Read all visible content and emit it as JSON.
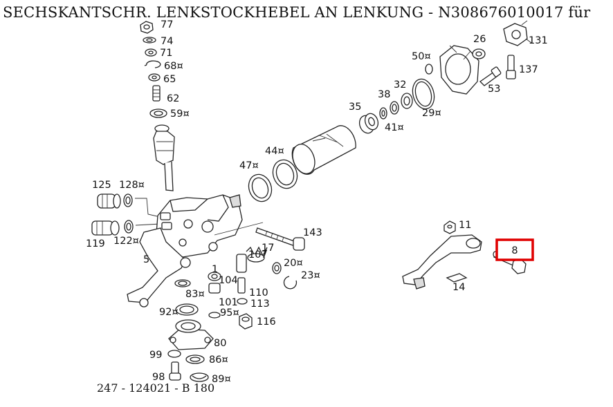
{
  "title": "SECHSKANTSCHR. LENKSTOCKHEBEL AN LENKUNG - N308676010017 für",
  "reference_code": "247 - 124021 - B 180",
  "highlight": {
    "color": "#e00000",
    "label": "8"
  },
  "callouts": {
    "c77": "77",
    "c74": "74",
    "c71": "71",
    "c68": "68¤",
    "c65": "65",
    "c62": "62",
    "c59": "59¤",
    "c125": "125",
    "c128": "128¤",
    "c119": "119",
    "c122": "122¤",
    "c5": "5",
    "c47": "47¤",
    "c44": "44¤",
    "c35": "35",
    "c38": "38",
    "c32": "32",
    "c41": "41¤",
    "c29": "29¤",
    "c50": "50¤",
    "c26": "26",
    "c131": "131",
    "c137": "137",
    "c53": "53",
    "c143": "143",
    "c17": "17",
    "c107": "107",
    "c20": "20¤",
    "c23": "23¤",
    "c1": "1",
    "c104": "104",
    "c83": "83¤",
    "c110": "110",
    "c101": "101",
    "c113": "113",
    "c92": "92¤",
    "c95": "95¤",
    "c116": "116",
    "c80": "80",
    "c99": "99",
    "c86": "86¤",
    "c98": "98",
    "c89": "89¤",
    "c11": "11",
    "c14": "14"
  }
}
